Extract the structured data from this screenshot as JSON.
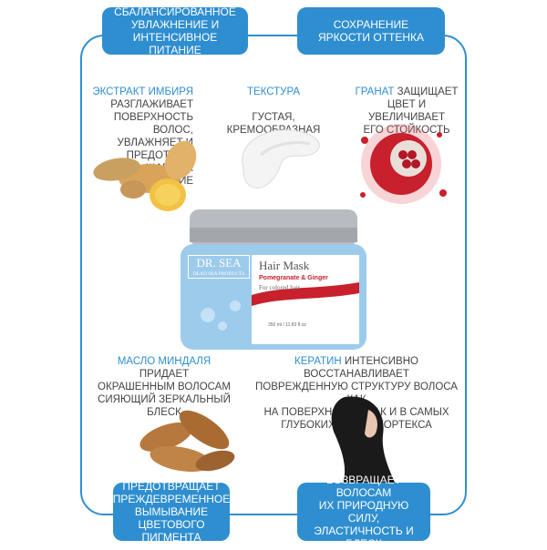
{
  "boxes": {
    "top_left": "Сбалансированное\nувлажнение и\nинтенсивное питание",
    "top_right": "Сохранение\nяркости оттенка",
    "bottom_left": "Предотвращает\nпреждевременное\nвымывание цветового\nпигмента",
    "bottom_right": "Возвращает волосам\nих природную силу,\nэластичность и блеск"
  },
  "ginger": {
    "highlight": "Экстракт имбиря",
    "text": "разглаживает\nповерхность волос,\nувлажняет и предотвра-\nщает их спутывание"
  },
  "texture": {
    "highlight": "Текстура",
    "text": "густая, кремообразная"
  },
  "pomegranate": {
    "highlight": "Гранат",
    "text": " защищает\nцвет и увеличивает\nего стойкость"
  },
  "almond": {
    "highlight": "Масло миндаля",
    "text": " придает\nокрашенным волосам\nсияющий зеркальный\nблеск"
  },
  "keratin": {
    "highlight": "Кератин",
    "text": " интенсивно восстанавливает\nповрежденную структуру волоса как\nна поверхности, так и в самых\nглубоких слоях кортекса"
  },
  "product": {
    "brand": "DR. SEA",
    "brand_sub": "DEAD SEA PRODUCTS",
    "name": "Hair Mask",
    "variant": "Pomegranate & Ginger",
    "subtitle": "For colored hair",
    "volume": "350 ml / 11.83 fl.oz"
  },
  "colors": {
    "accent": "#2e8ed0",
    "text": "#444444",
    "lid": "#b8bcc0",
    "jar": "#9ccbec",
    "label_red": "#c8202c"
  }
}
